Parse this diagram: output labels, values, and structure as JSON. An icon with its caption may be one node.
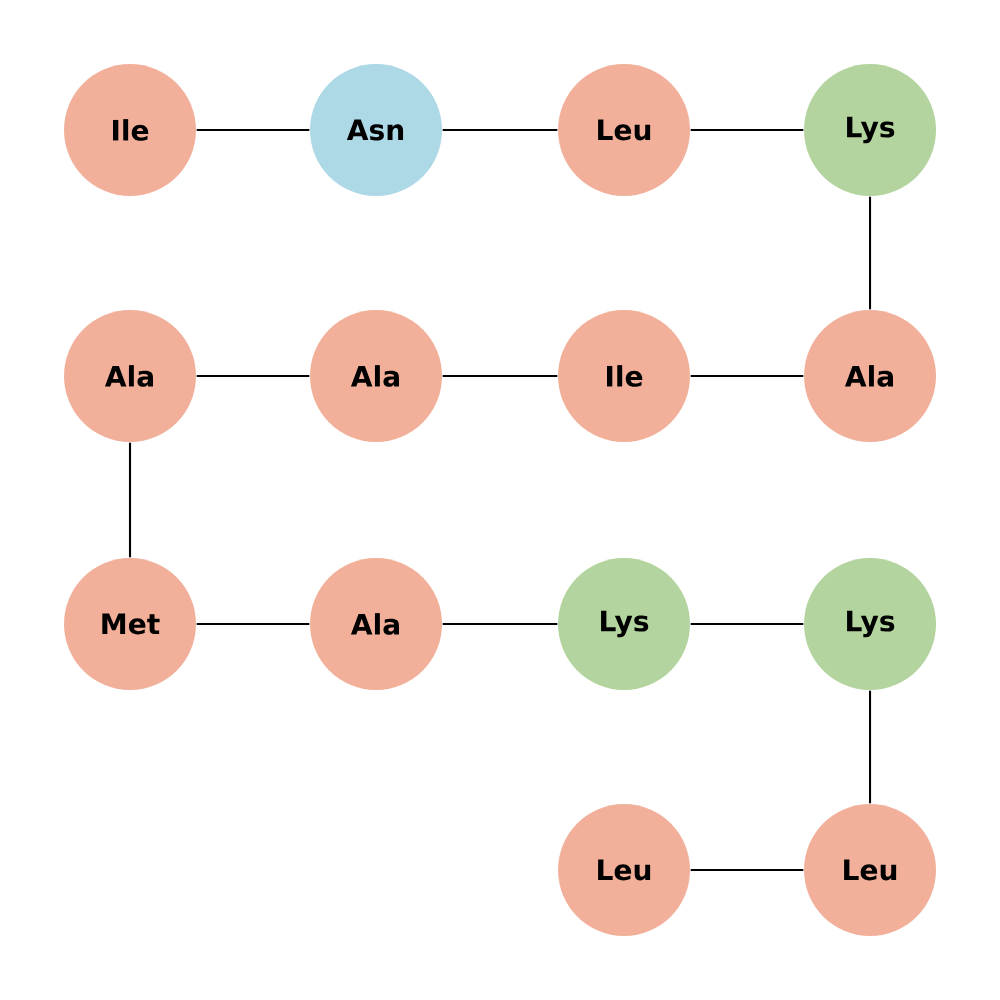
{
  "diagram": {
    "nodes": [
      {
        "text": [
          "Ile"
        ]
      },
      {
        "text": [
          "Asn"
        ]
      },
      {
        "text": [
          "Leu"
        ]
      },
      {
        "text": [
          "Lys"
        ]
      },
      {
        "text": [
          "Ala"
        ]
      },
      {
        "text": [
          "Ala"
        ]
      },
      {
        "text": [
          "Ile"
        ]
      },
      {
        "text": [
          "Ala"
        ]
      },
      {
        "text": [
          "Met"
        ]
      },
      {
        "text": [
          "Ala"
        ]
      },
      {
        "text": [
          "Lys"
        ]
      },
      {
        "text": [
          "Lys"
        ]
      },
      {
        "text": [
          "Leu"
        ]
      },
      {
        "text": [
          "Leu"
        ]
      }
    ],
    "edges": [
      {
        "from": 0,
        "to": 1,
        "arrow": "none"
      },
      {
        "from": 1,
        "to": 2,
        "arrow": "none"
      },
      {
        "from": 2,
        "to": 3,
        "arrow": "none"
      },
      {
        "from": 3,
        "to": 7,
        "arrow": "none"
      },
      {
        "from": 7,
        "to": 6,
        "arrow": "none"
      },
      {
        "from": 6,
        "to": 5,
        "arrow": "none"
      },
      {
        "from": 5,
        "to": 4,
        "arrow": "none"
      },
      {
        "from": 4,
        "to": 8,
        "arrow": "none"
      },
      {
        "from": 8,
        "to": 9,
        "arrow": "none"
      },
      {
        "from": 9,
        "to": 10,
        "arrow": "none"
      },
      {
        "from": 10,
        "to": 11,
        "arrow": "none"
      },
      {
        "from": 11,
        "to": 13,
        "arrow": "none"
      },
      {
        "from": 13,
        "to": 12,
        "arrow": "none"
      }
    ]
  }
}
